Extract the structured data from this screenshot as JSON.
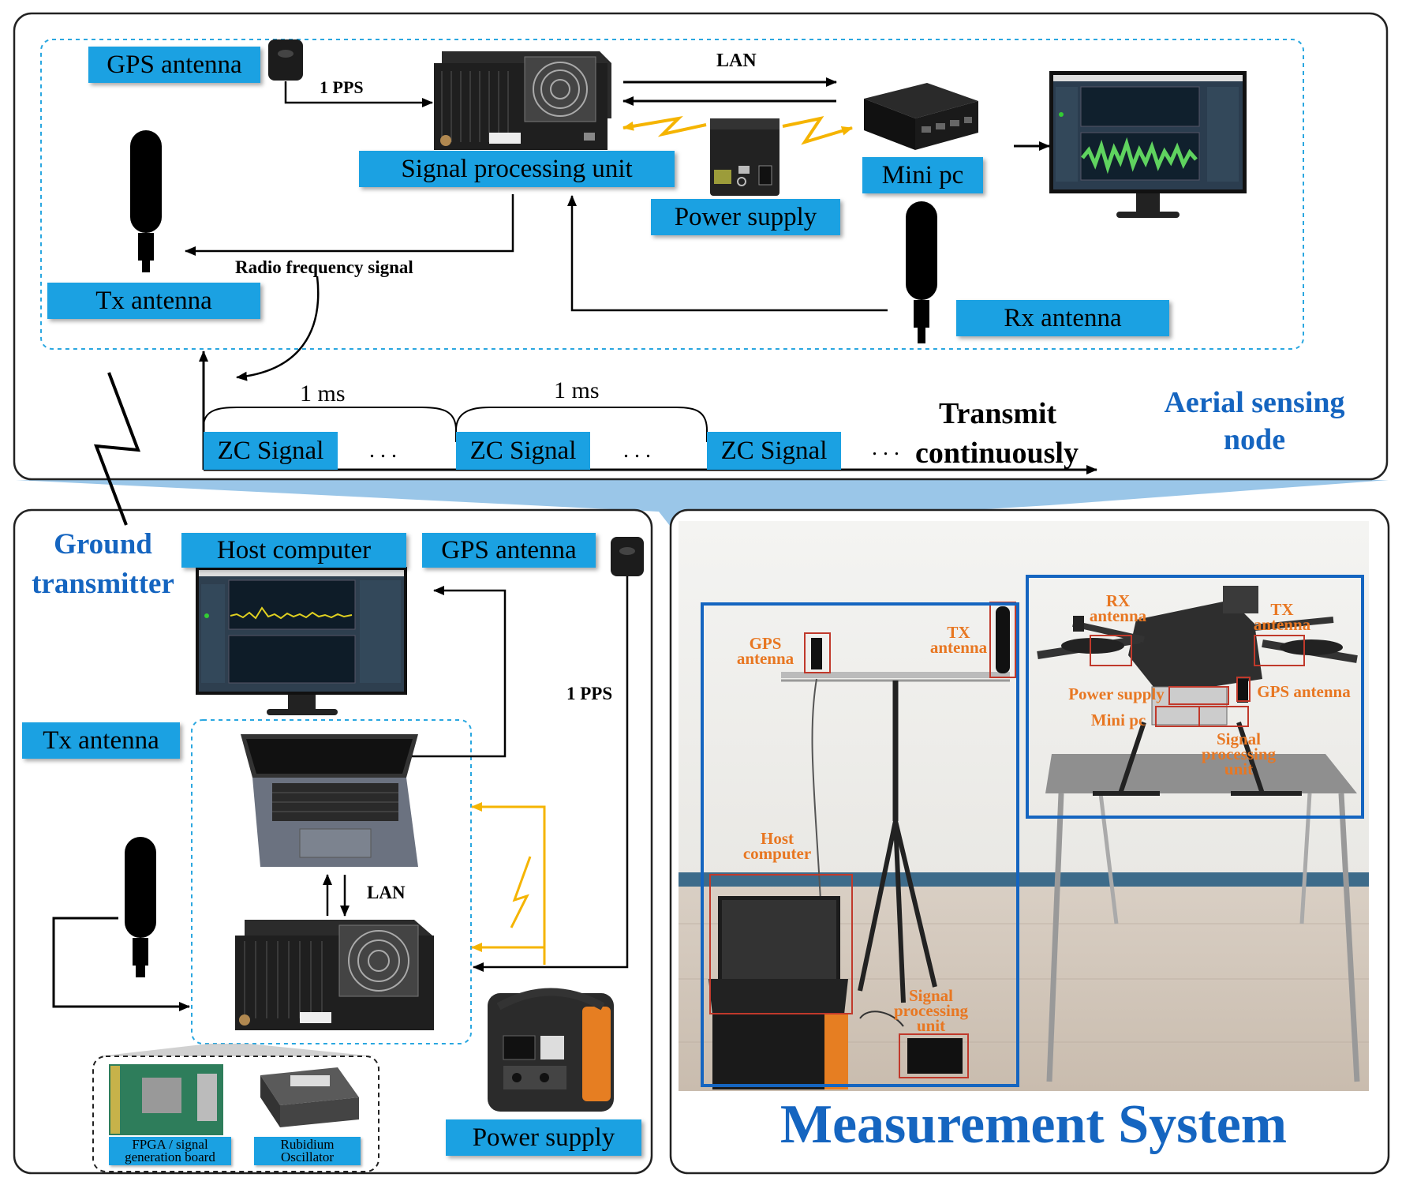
{
  "aerial": {
    "gps_antenna": "GPS antenna",
    "pps": "1 PPS",
    "lan": "LAN",
    "signal_processing_unit": "Signal processing unit",
    "power_supply": "Power supply",
    "mini_pc": "Mini pc",
    "tx_antenna": "Tx antenna",
    "rx_antenna": "Rx antenna",
    "rf_signal": "Radio frequency signal",
    "title_line1": "Aerial sensing",
    "title_line2": "node"
  },
  "timeline": {
    "period_1": "1 ms",
    "period_2": "1 ms",
    "zc_1": "ZC Signal",
    "zc_2": "ZC Signal",
    "zc_3": "ZC Signal",
    "dots_1": ". . .",
    "dots_2": ". . .",
    "dots_3": ". . .",
    "transmit_line1": "Transmit",
    "transmit_line2": "continuously"
  },
  "ground": {
    "title_line1": "Ground",
    "title_line2": "transmitter",
    "host_computer": "Host computer",
    "gps_antenna": "GPS antenna",
    "pps": "1 PPS",
    "tx_antenna": "Tx antenna",
    "lan": "LAN",
    "power_supply": "Power supply",
    "fpga_board": "FPGA / signal\ngeneration board",
    "rubidium": "Rubidium\nOscillator"
  },
  "photo": {
    "gps_antenna": "GPS\nantenna",
    "tx_antenna": "TX\nantenna",
    "host_computer": "Host\ncomputer",
    "signal_processing_unit": "Signal\nprocessing\nunit",
    "rx_antenna_drone": "RX\nantenna",
    "tx_antenna_drone": "TX\nantenna",
    "power_supply_drone": "Power supply",
    "gps_antenna_drone": "GPS antenna",
    "mini_pc_drone": "Mini pc",
    "signal_processing_unit_drone": "Signal\nprocessing\nunit",
    "title": "Measurement System"
  },
  "colors": {
    "label_bg": "#1ba1e2",
    "title_blue": "#1565c0",
    "power_arrow": "#f5b400",
    "annotation_orange": "#e87722",
    "box_red": "#c0392b",
    "frame_blue": "#1565c0"
  }
}
